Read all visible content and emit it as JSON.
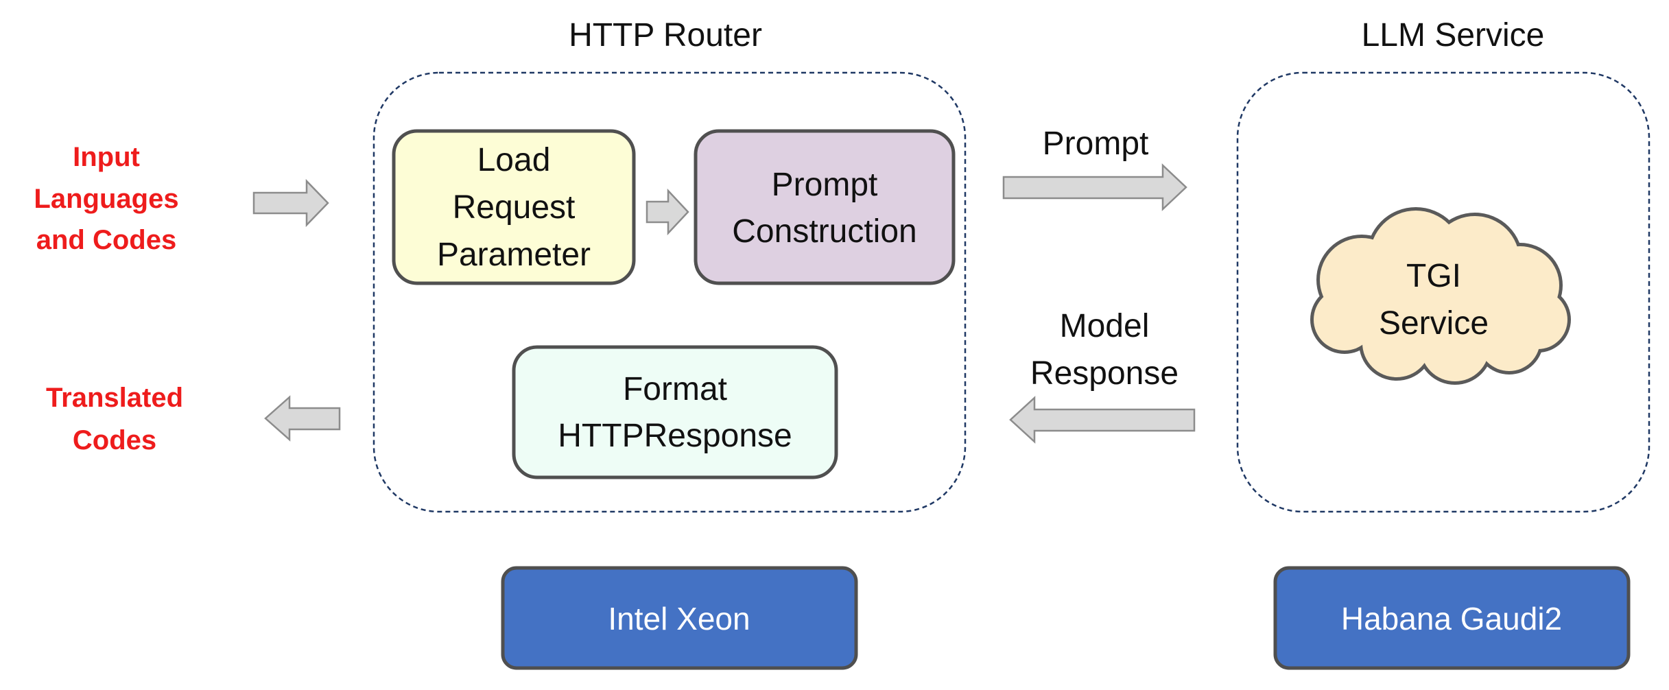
{
  "titles": {
    "http_router": "HTTP Router",
    "llm_service": "LLM Service"
  },
  "input_label": [
    "Input",
    "Languages",
    "and Codes"
  ],
  "output_label": [
    "Translated",
    "Codes"
  ],
  "boxes": {
    "load_request": [
      "Load",
      "Request",
      "Parameter"
    ],
    "prompt_construction": [
      "Prompt",
      "Construction"
    ],
    "format_response": [
      "Format",
      "HTTPResponse"
    ],
    "tgi_service": [
      "TGI",
      "Service"
    ]
  },
  "arrows": {
    "prompt": "Prompt",
    "model_response": [
      "Model",
      "Response"
    ]
  },
  "hardware": {
    "intel_xeon": "Intel Xeon",
    "habana_gaudi2": "Habana Gaudi2"
  },
  "colors": {
    "container_border": "#1f3864",
    "load_request_fill": "#fdfdd6",
    "prompt_construction_fill": "#ded0e1",
    "format_response_fill": "#eefdf6",
    "tgi_fill": "#fcebc9",
    "hardware_fill": "#4472c4",
    "arrow_fill": "#d9d9d9",
    "io_label": "#ee1c1c"
  }
}
